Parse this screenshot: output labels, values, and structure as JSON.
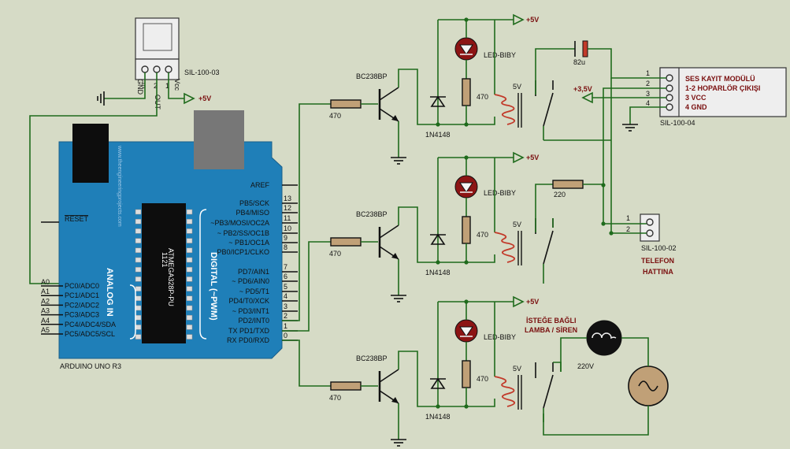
{
  "arduino": {
    "name": "ARDUINO UNO R3",
    "pins_right": [
      "AREF",
      "PB5/SCK",
      "PB4/MISO",
      "~PB3/MOSI/OC2A",
      "~ PB2/SS/OC1B",
      "~ PB1/OC1A",
      "PB0/ICP1/CLKO",
      "PD7/AIN1",
      "~ PD6/AIN0",
      "~ PD5/T1",
      "PD4/T0/XCK",
      "~ PD3/INT1",
      "PD2/INT0",
      "TX PD1/TXD",
      "RX PD0/RXD"
    ],
    "pin_numbers": [
      "13",
      "12",
      "11",
      "10",
      "9",
      "8",
      "7",
      "6",
      "5",
      "4",
      "3",
      "2",
      "1",
      "0"
    ],
    "pins_left": [
      "PC0/ADC0",
      "PC1/ADC1",
      "PC2/ADC2",
      "PC3/ADC3",
      "PC4/ADC4/SDA",
      "PC5/ADC5/SCL"
    ],
    "pin_names_left": [
      "A0",
      "A1",
      "A2",
      "A3",
      "A4",
      "A5"
    ],
    "reset": "RESET",
    "analog_label": "ANALOG IN",
    "digital_label": "DIGITAL (~PWM)",
    "chip_label": "ATMEGA328P-PU",
    "chip_num": "1121",
    "watermark": "www.theengineeringprojects.com"
  },
  "sensor": {
    "name": "SIL-100-03",
    "pins": [
      "GND",
      "OUT",
      "Vcc"
    ],
    "pin_nums": [
      "3",
      "2",
      "1"
    ]
  },
  "power": {
    "p5": "+5V",
    "p35": "+3,5V"
  },
  "transistor": "BC238BP",
  "resistor_base": "470",
  "resistor_led": "470",
  "diode": "1N4148",
  "led": "LED-BIBY",
  "relay_v": "5V",
  "resistor_220": "220",
  "capacitor": "82u",
  "module": {
    "pins": [
      "1",
      "2",
      "3",
      "4"
    ],
    "lines": [
      "SES KAYIT MODÜLÜ",
      "1-2 HOPARLÖR ÇIKIŞI",
      "3 VCC",
      "4 GND"
    ],
    "name": "SIL-100-04"
  },
  "phone": {
    "pins": [
      "1",
      "2"
    ],
    "name": "SIL-100-02",
    "label1": "TELEFON",
    "label2": "HATTINA"
  },
  "lamp": {
    "label1": "İSTEĞE BAĞLI",
    "label2": "LAMBA / SİREN",
    "v": "220V"
  }
}
